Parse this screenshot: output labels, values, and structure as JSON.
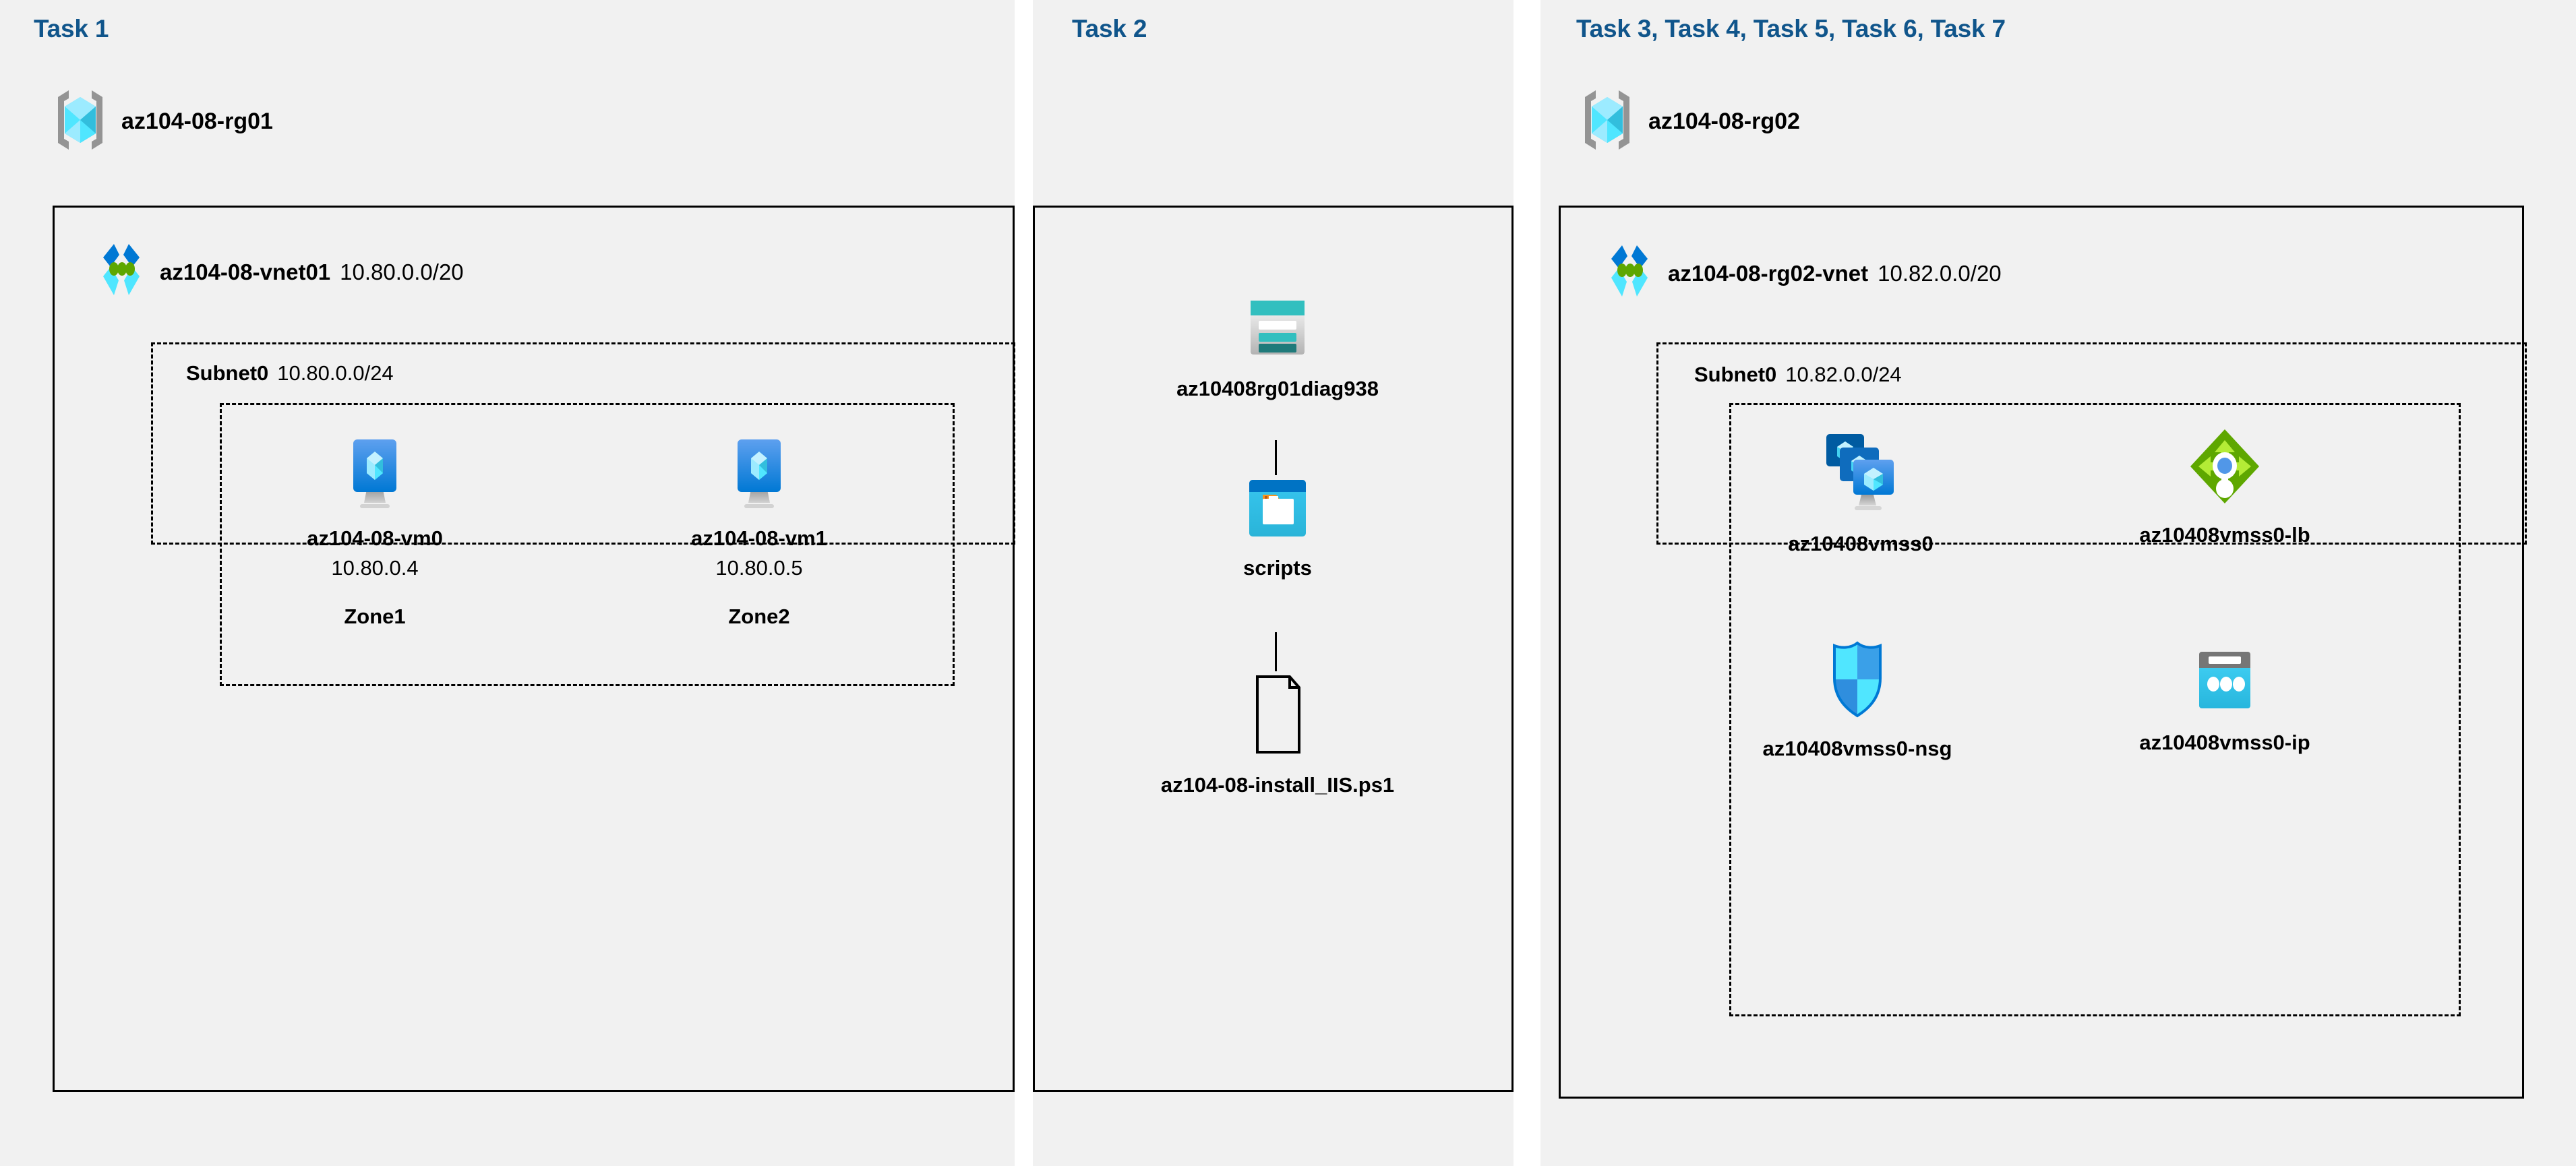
{
  "diagram": {
    "title": "Azure AZ-104 Lab 08 architecture",
    "background": "#ffffff",
    "panel_bg": "#f1f1f1",
    "task_label_color": "#10558b"
  },
  "tasks": [
    {
      "id": "task1",
      "label": "Task 1"
    },
    {
      "id": "task2",
      "label": "Task 2"
    },
    {
      "id": "task3",
      "label": "Task 3, Task 4, Task 5, Task 6, Task 7"
    }
  ],
  "resource_groups": [
    {
      "id": "rg01",
      "name": "az104-08-rg01",
      "icon": "resource-group-icon"
    },
    {
      "id": "rg02",
      "name": "az104-08-rg02",
      "icon": "resource-group-icon"
    }
  ],
  "vnets": [
    {
      "id": "vnet01",
      "name": "az104-08-vnet01",
      "cidr": "10.80.0.0/20",
      "icon": "virtual-network-icon",
      "subnet": {
        "name": "Subnet0",
        "cidr": "10.80.0.0/24"
      }
    },
    {
      "id": "vnet02",
      "name": "az104-08-rg02-vnet",
      "cidr": "10.82.0.0/20",
      "icon": "virtual-network-icon",
      "subnet": {
        "name": "Subnet0",
        "cidr": "10.82.0.0/24"
      }
    }
  ],
  "vms": [
    {
      "id": "vm0",
      "name": "az104-08-vm0",
      "ip": "10.80.0.4",
      "zone": "Zone1",
      "icon": "virtual-machine-icon"
    },
    {
      "id": "vm1",
      "name": "az104-08-vm1",
      "ip": "10.80.0.5",
      "zone": "Zone2",
      "icon": "virtual-machine-icon"
    }
  ],
  "task2_resources": [
    {
      "id": "storage",
      "name": "az10408rg01diag938",
      "icon": "storage-account-icon"
    },
    {
      "id": "container",
      "name": "scripts",
      "icon": "blob-container-icon"
    },
    {
      "id": "script",
      "name": "az104-08-install_IIS.ps1",
      "icon": "file-icon"
    }
  ],
  "task3_resources": [
    {
      "id": "vmss",
      "name": "az10408vmss0",
      "icon": "vm-scale-set-icon"
    },
    {
      "id": "lb",
      "name": "az10408vmss0-lb",
      "icon": "load-balancer-icon"
    },
    {
      "id": "nsg",
      "name": "az10408vmss0-nsg",
      "icon": "network-security-group-icon"
    },
    {
      "id": "publicip",
      "name": "az10408vmss0-ip",
      "icon": "public-ip-address-icon"
    }
  ],
  "colors": {
    "azure_blue": "#0078d4",
    "azure_cyan": "#50e6ff",
    "azure_light_cyan": "#9cebff",
    "storage_teal": "#32bfbf",
    "storage_dark_teal": "#1f7a7a",
    "lb_green": "#5ea700",
    "lb_light_green": "#b4ec36",
    "lb_dot_blue": "#5197e8",
    "gray_frame": "#949494",
    "panel_gray": "#f1f1f1",
    "orange_tab": "#f7941e"
  }
}
